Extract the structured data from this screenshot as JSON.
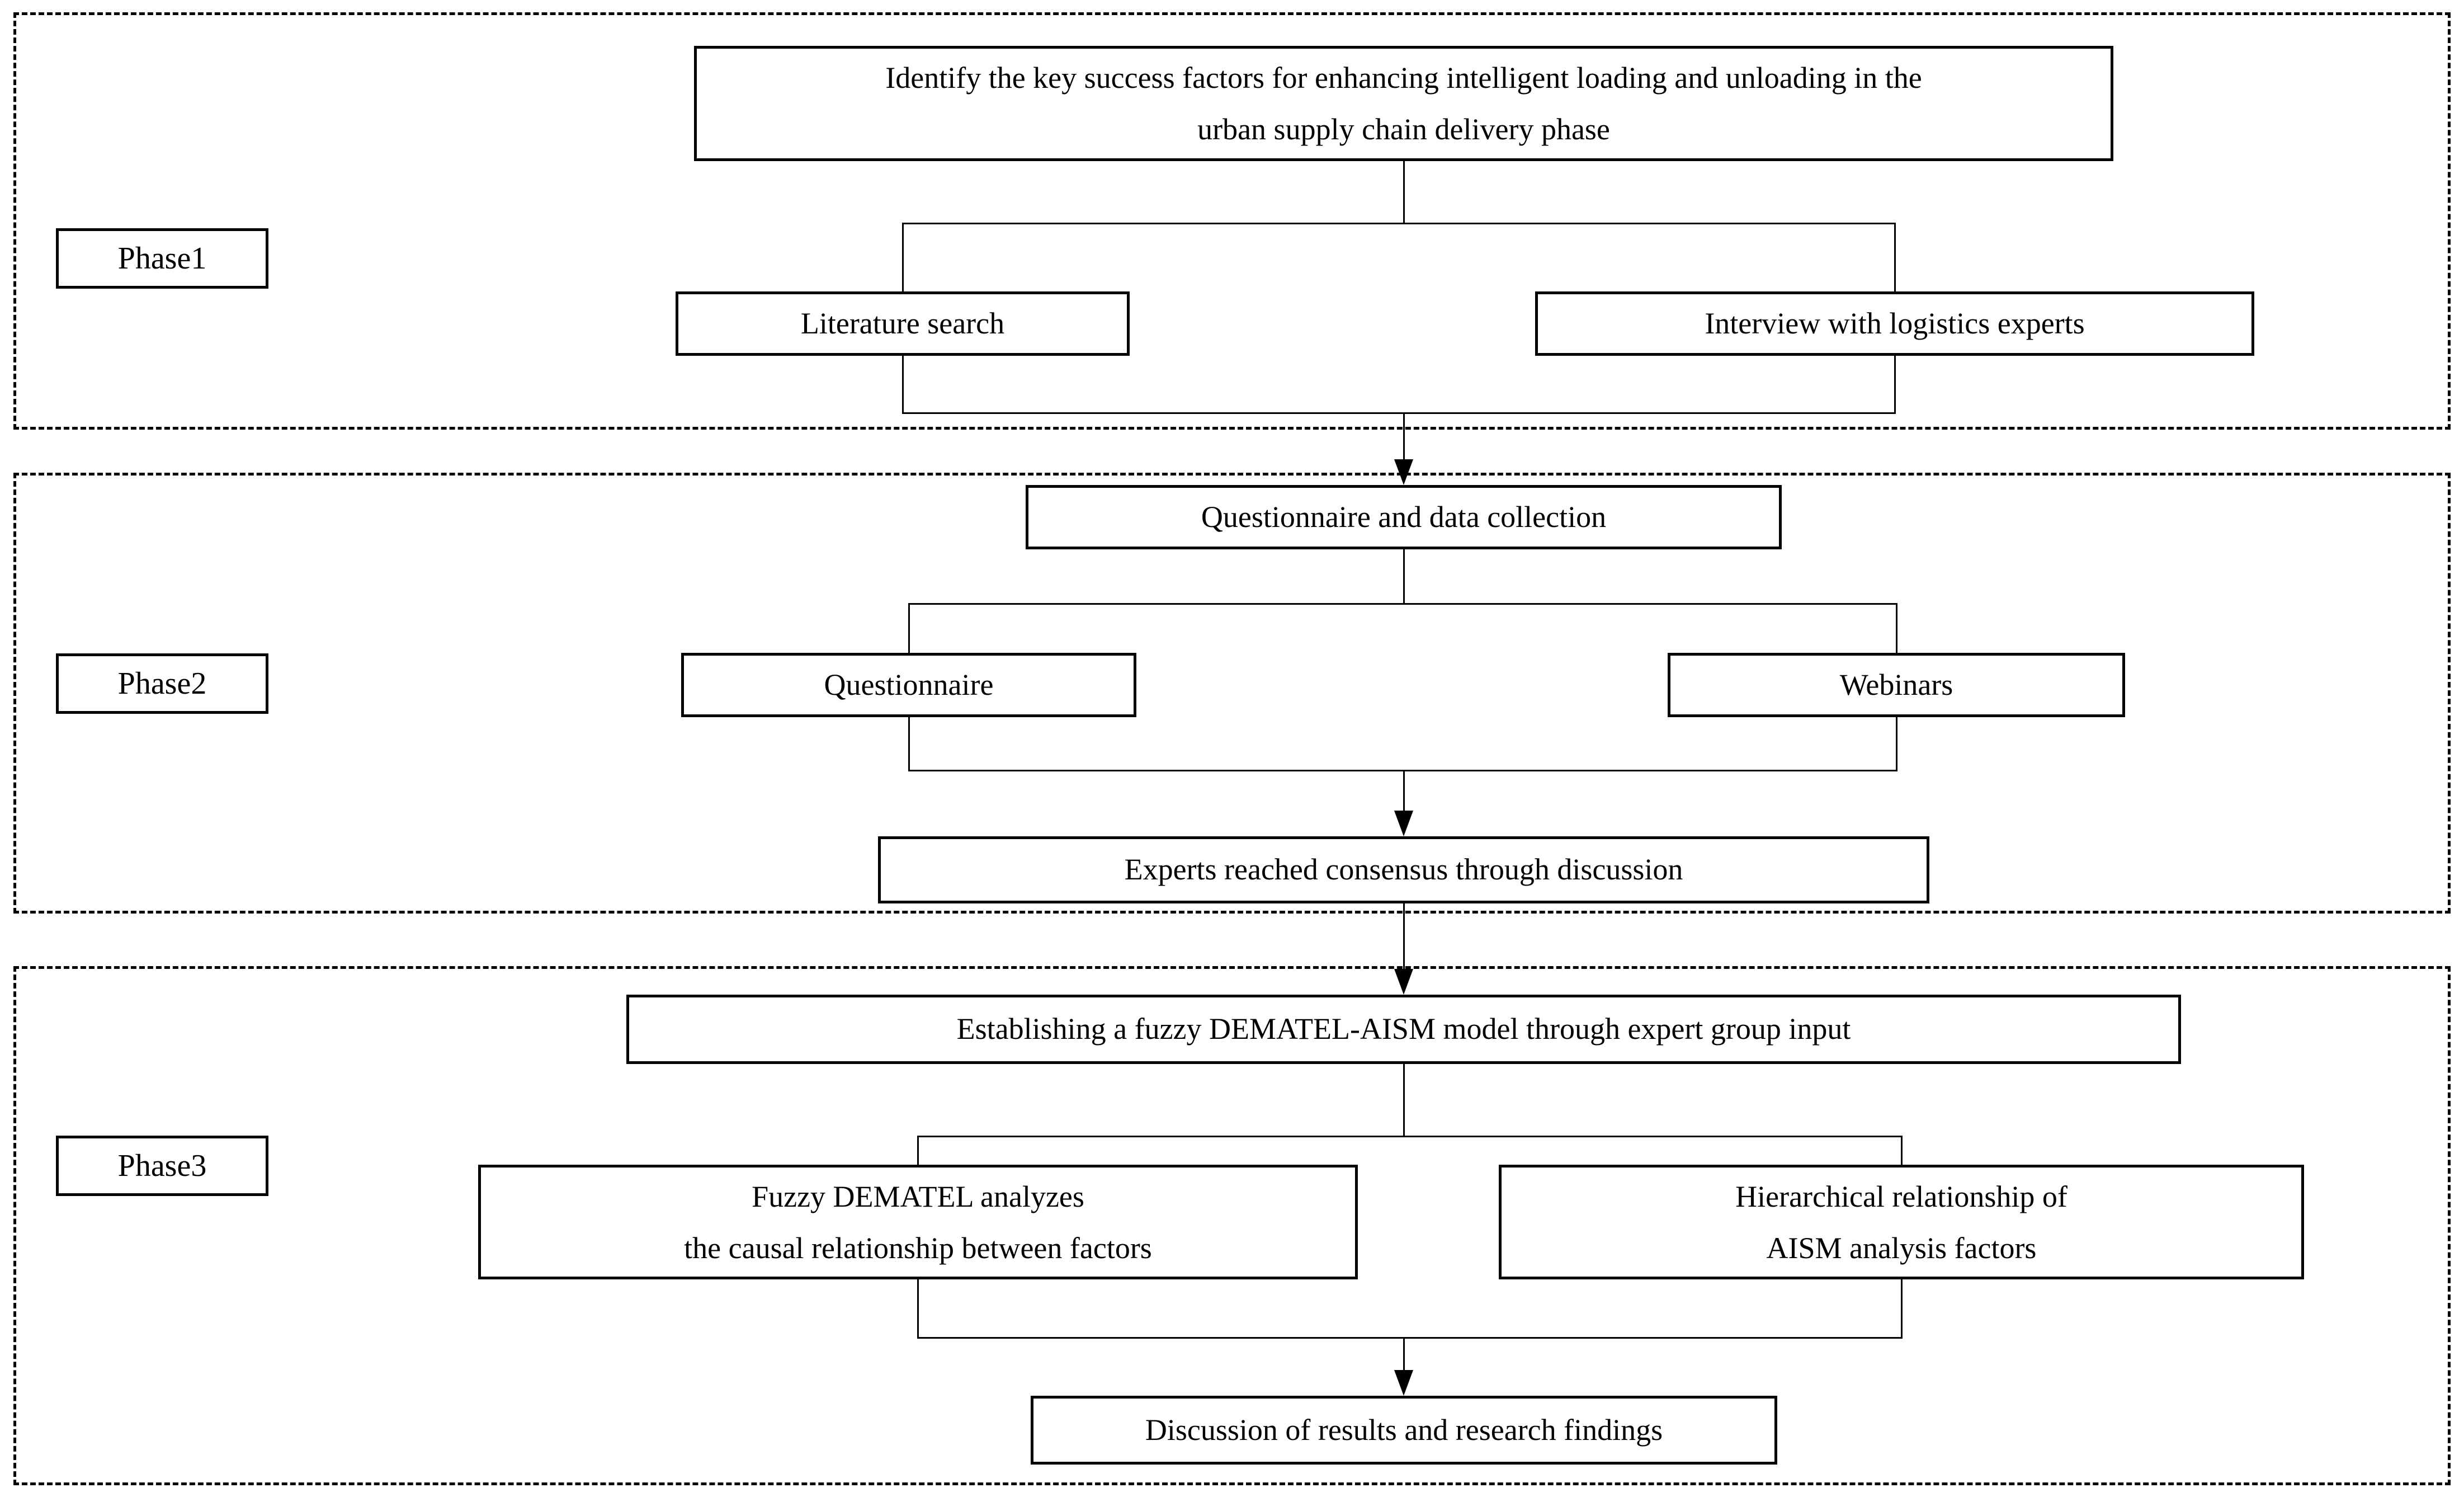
{
  "figure": {
    "background_color": "#ffffff",
    "line_color": "#000000"
  },
  "phases": [
    {
      "label": "Phase1"
    },
    {
      "label": "Phase2"
    },
    {
      "label": "Phase3"
    }
  ],
  "boxes": {
    "identify": {
      "lines": [
        "Identify the key success factors for enhancing intelligent loading and unloading in the",
        "urban supply chain delivery phase"
      ]
    },
    "literature": {
      "lines": [
        "Literature search"
      ]
    },
    "interview": {
      "lines": [
        "Interview with logistics experts"
      ]
    },
    "questionnaire_data": {
      "lines": [
        "Questionnaire and data collection"
      ]
    },
    "questionnaire": {
      "lines": [
        "Questionnaire"
      ]
    },
    "webinars": {
      "lines": [
        "Webinars"
      ]
    },
    "consensus": {
      "lines": [
        "Experts reached consensus through discussion"
      ]
    },
    "establish_model": {
      "lines": [
        "Establishing a fuzzy DEMATEL-AISM model through expert group input"
      ]
    },
    "fuzzy_dematel": {
      "lines": [
        "Fuzzy DEMATEL analyzes",
        "the causal relationship between factors"
      ]
    },
    "aism_hierarchy": {
      "lines": [
        "Hierarchical relationship of",
        "AISM analysis factors"
      ]
    },
    "discussion": {
      "lines": [
        "Discussion of results and research findings"
      ]
    }
  }
}
